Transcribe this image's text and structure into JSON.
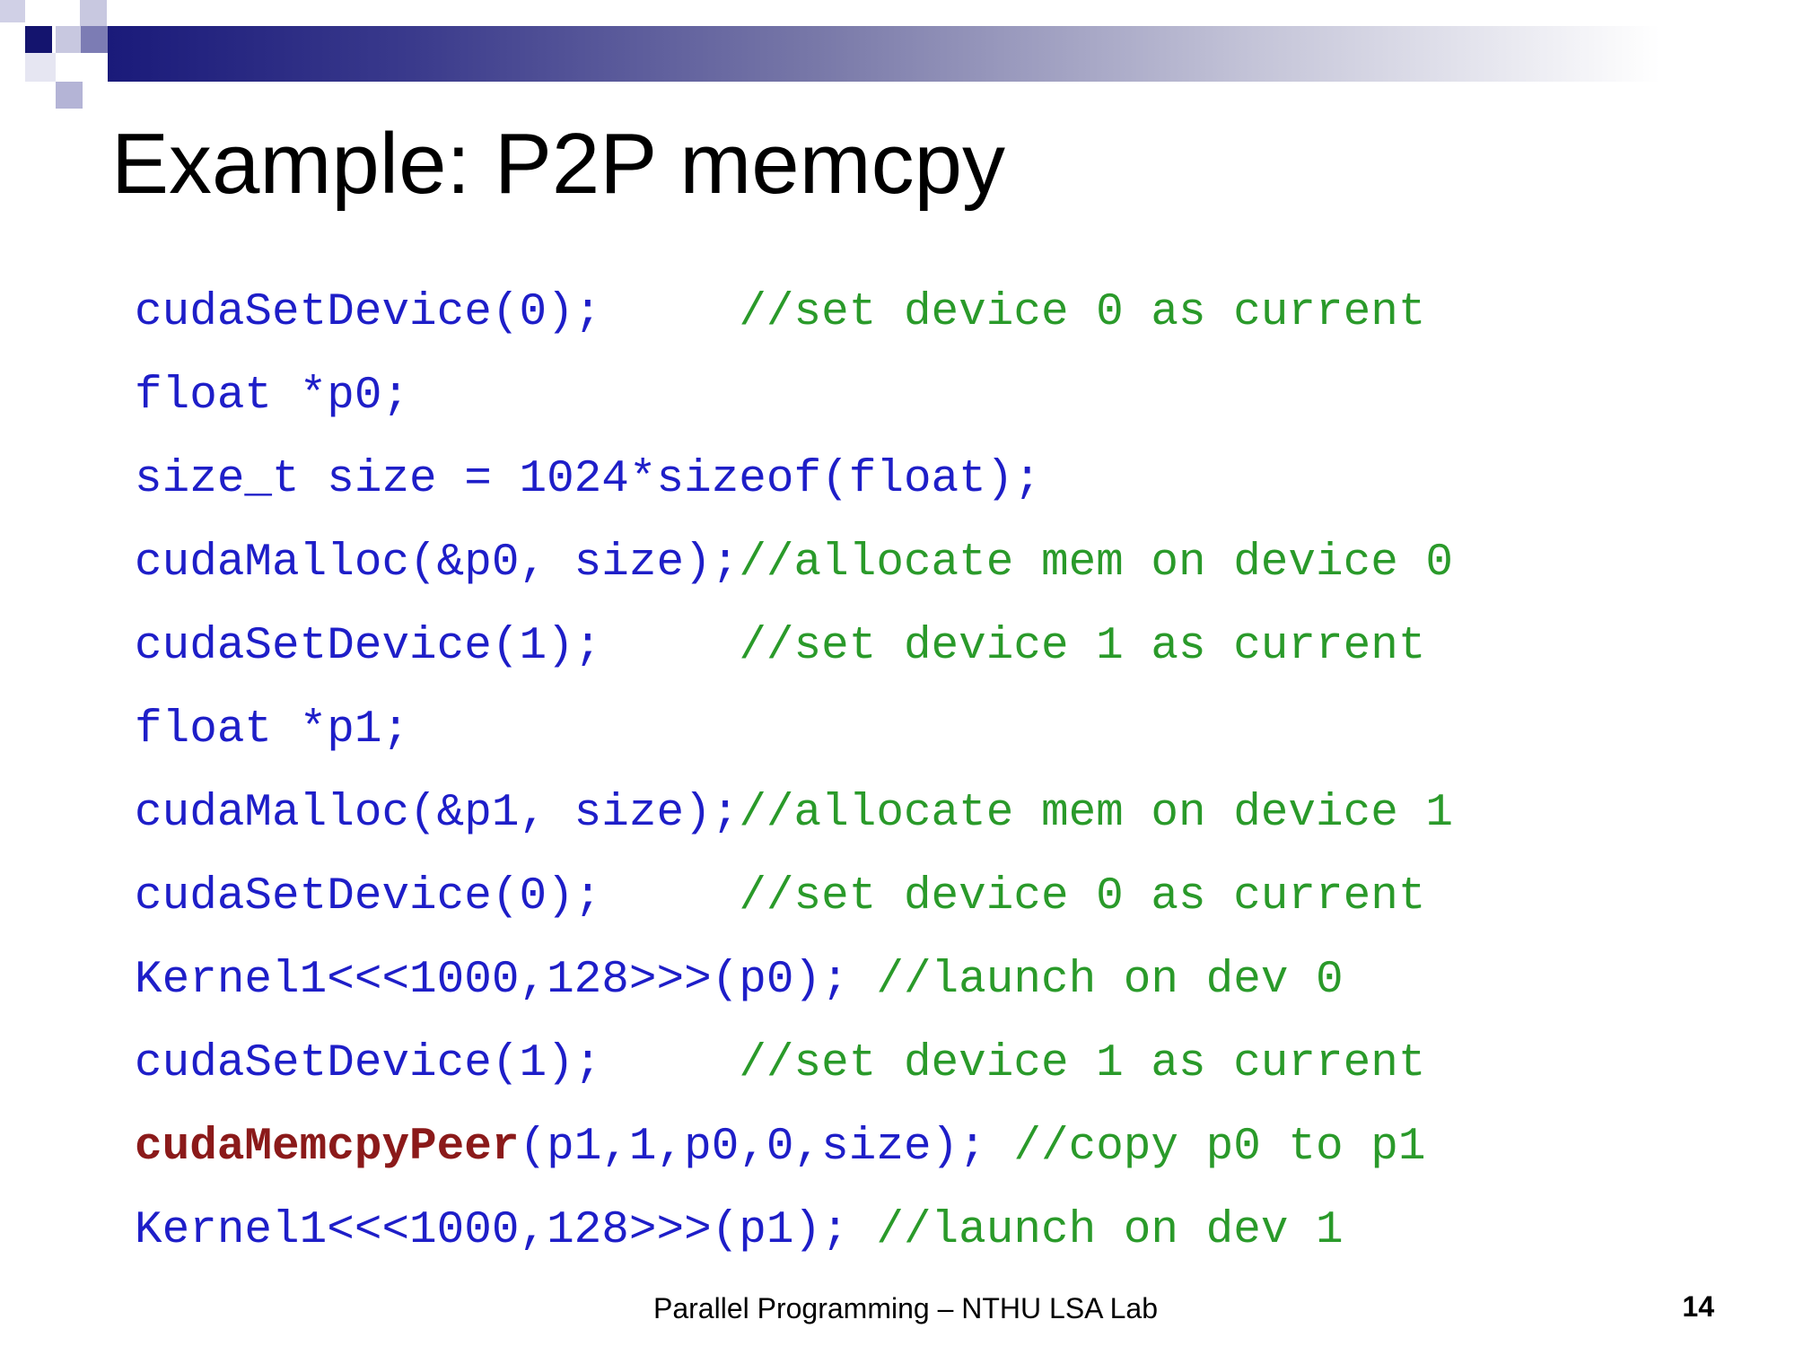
{
  "slide": {
    "title": "Example: P2P memcpy",
    "footer": "Parallel Programming – NTHU LSA Lab",
    "page_number": "14"
  },
  "code": [
    {
      "code": "cudaSetDevice(0);     ",
      "comment": "//set device 0 as current"
    },
    {
      "code": "float *p0;",
      "comment": ""
    },
    {
      "code": "size_t size = 1024*sizeof(float);",
      "comment": ""
    },
    {
      "code": "cudaMalloc(&p0, size);",
      "comment": "//allocate mem on device 0"
    },
    {
      "code": "cudaSetDevice(1);     ",
      "comment": "//set device 1 as current"
    },
    {
      "code": "float *p1;",
      "comment": ""
    },
    {
      "code": "cudaMalloc(&p1, size);",
      "comment": "//allocate mem on device 1"
    },
    {
      "code": "cudaSetDevice(0);     ",
      "comment": "//set device 0 as current"
    },
    {
      "code": "Kernel1<<<1000,128>>>(p0); ",
      "comment": "//launch on dev 0"
    },
    {
      "code": "cudaSetDevice(1);     ",
      "comment": "//set device 1 as current"
    },
    {
      "highlight": "cudaMemcpyPeer",
      "code": "(p1,1,p0,0,size); ",
      "comment": "//copy p0 to p1"
    },
    {
      "code": "Kernel1<<<1000,128>>>(p1); ",
      "comment": "//launch on dev 1"
    }
  ],
  "colors": {
    "code_text": "#1e1ec8",
    "comment_text": "#2a9a2a",
    "highlight_function": "#8b1a1a",
    "header_band_dark": "#1a1a7a"
  }
}
